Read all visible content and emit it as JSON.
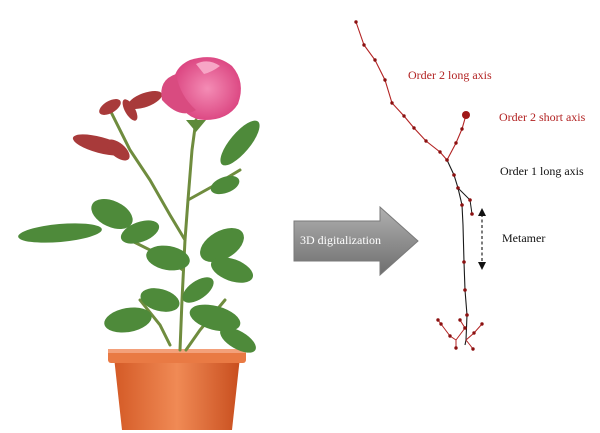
{
  "colors": {
    "order2": "#b22222",
    "order1": "#1a1a1a",
    "arrow": "#8c8c8c",
    "pot": "#e8703a",
    "leaf": "#4e8a3a",
    "petal": "#e0508a"
  },
  "arrow_label": "3D digitalization",
  "labels": {
    "order2_long": "Order 2 long axis",
    "order2_short": "Order 2 short axis",
    "order1_long": "Order 1 long axis",
    "metamer": "Metamer"
  }
}
